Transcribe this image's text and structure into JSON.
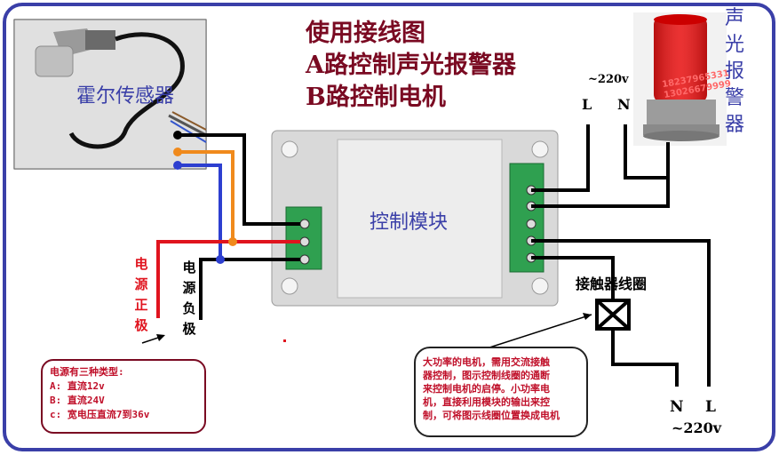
{
  "title_lines": [
    "使用接线图",
    "A路控制声光报警器",
    "B路控制电机"
  ],
  "labels": {
    "hall_sensor": "霍尔传感器",
    "control_module": "控制模块",
    "alarm_vertical": "声光报警器",
    "power_positive_vertical": "电源正极",
    "power_negative_vertical": "电源负极",
    "contactor_coil": "接触器线圈",
    "mains_top": "~220v",
    "L_top": "L",
    "N_top": "N",
    "N_bottom": "N",
    "L_bottom": "L",
    "mains_bottom": "~220v",
    "watermark": "18237965331 13026679999"
  },
  "power_note": {
    "lines": [
      "电源有三种类型:",
      "A: 直流12v",
      "B: 直流24V",
      "c: 宽电压直流7到36v"
    ]
  },
  "motor_note": {
    "lines": [
      "大功率的电机，需用交流接触",
      "器控制，图示控制线圈的通断",
      "来控制电机的启停。小功率电",
      "机，直接利用模块的输出来控",
      "制，可将图示线圈位置换成电机"
    ]
  },
  "colors": {
    "frame": "#3a3fa8",
    "wire_black": "#000000",
    "wire_red": "#e0141e",
    "wire_orange": "#f08a1c",
    "wire_blue": "#2d3fd0",
    "terminal_green": "#2fa050",
    "module_body": "#d9d9d9",
    "title_red": "#7a0a22",
    "note_red": "#c0102a"
  }
}
